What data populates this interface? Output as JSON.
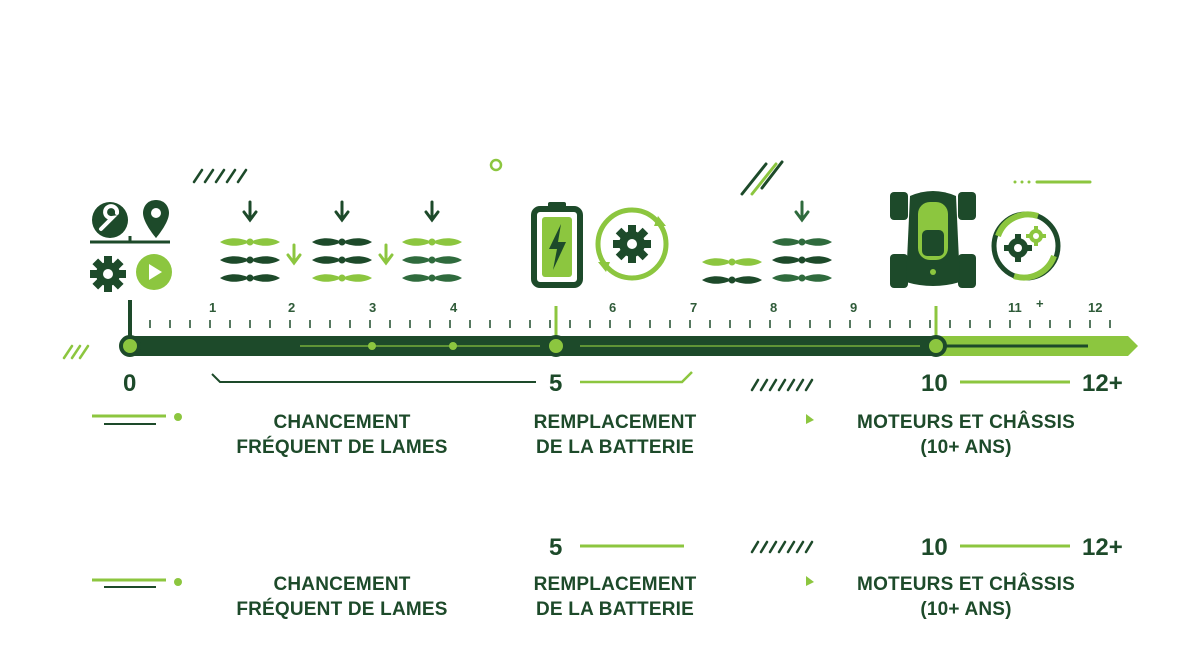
{
  "timeline": {
    "start_label": "0",
    "milestones": [
      "5",
      "10",
      "12+"
    ],
    "ticks": [
      "1",
      "2",
      "3",
      "4",
      "6",
      "7",
      "8",
      "9",
      "11",
      "+",
      "12"
    ]
  },
  "captions": {
    "blades": {
      "line1": "CHANCEMENT",
      "line2": "FRÉQUENT DE LAMES"
    },
    "battery": {
      "line1": "REMPLACEMENT",
      "line2": "DE LA BATTERIE"
    },
    "motors": {
      "line1": "MOTEURS ET CHÂSSIS",
      "line2": "(10+ ANS)"
    }
  },
  "repeat": {
    "milestones": [
      "5",
      "10",
      "12+"
    ],
    "blades": {
      "line1": "CHANCEMENT",
      "line2": "FRÉQUENT DE LAMES"
    },
    "battery": {
      "line1": "REMPLACEMENT",
      "line2": "DE LA BATTERIE"
    },
    "motors": {
      "line1": "MOTEURS ET CHÂSSIS",
      "line2": "(10+ ANS)"
    }
  },
  "colors": {
    "dark_green": "#1d4a2a",
    "mid_green": "#2f6b3d",
    "light_green": "#8cc63f"
  },
  "icons": [
    "wrench-icon",
    "location-pin-icon",
    "gear-icon",
    "play-icon",
    "blade-stack-icon",
    "down-arrow-icon",
    "battery-icon",
    "gear-cycle-icon",
    "robot-mower-icon",
    "gears-recycle-icon"
  ]
}
